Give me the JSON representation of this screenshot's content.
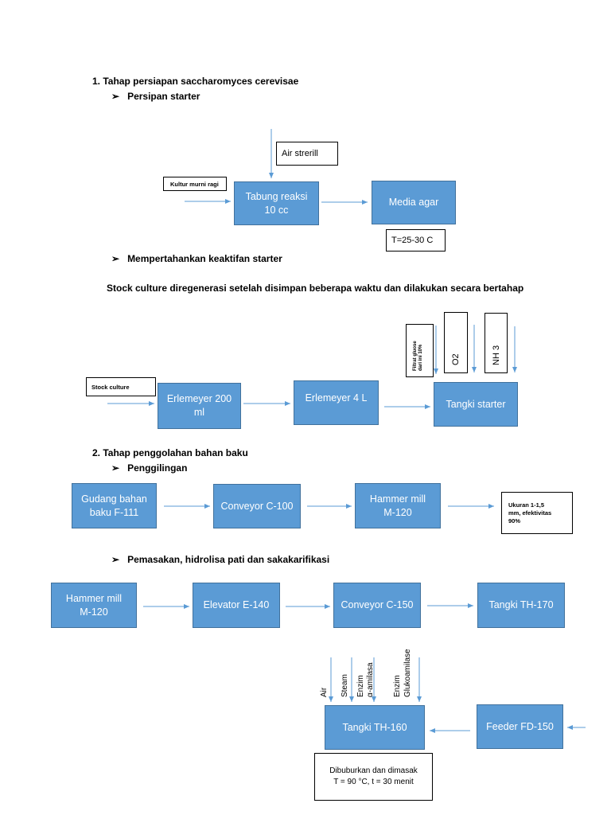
{
  "section1": {
    "heading": "1.    Tahap persiapan saccharomyces cerevisae",
    "sub1": "Persipan starter",
    "sub2": "Mempertahankan keaktifan starter",
    "note": "Stock culture diregenerasi setelah disimpan beberapa waktu dan dilakukan secara bertahap"
  },
  "starter": {
    "air_streril": "Air strerill",
    "kultur": "Kultur murni ragi",
    "tabung": "Tabung reaksi\n10 cc",
    "media": "Media agar",
    "temp": "T=25-30 C"
  },
  "maintain": {
    "stock": "Stock culture",
    "erl200": "Erlemeyer 200\nml",
    "erl4": "Erlemeyer 4 L",
    "tangki": "Tangki starter",
    "filtrat": "Filtrat gluose\ndari ini 10%",
    "o2": "O2",
    "nh3": "NH 3"
  },
  "section2": {
    "heading": "2.    Tahap penggolahan bahan baku",
    "sub1": "Penggilingan",
    "sub2": "Pemasakan, hidrolisa pati dan sakakarifikasi"
  },
  "milling": {
    "gudang": "Gudang bahan\nbaku F-111",
    "conv100": "Conveyor C-100",
    "hammer": "Hammer mill\nM-120",
    "ukuran": "Ukuran 1-1,5\nmm, efektivitas\n90%"
  },
  "cooking": {
    "hammer": "Hammer mill\nM-120",
    "elevator": "Elevator E-140",
    "conv150": "Conveyor C-150",
    "th170": "Tangki TH-170",
    "air": "Air",
    "steam": "Steam",
    "enzim1": "Enzim",
    "amilasa": "α-amilasa",
    "enzim2": "Enzim",
    "gluko": "Glukoamilase",
    "th160": "Tangki TH-160",
    "feeder": "Feeder FD-150",
    "caption1": "Dibuburkan dan dimasak",
    "caption2": "T = 90 °C, t = 30 menit"
  },
  "colors": {
    "box_fill": "#5b9bd5",
    "arrow": "#5b9bd5"
  }
}
